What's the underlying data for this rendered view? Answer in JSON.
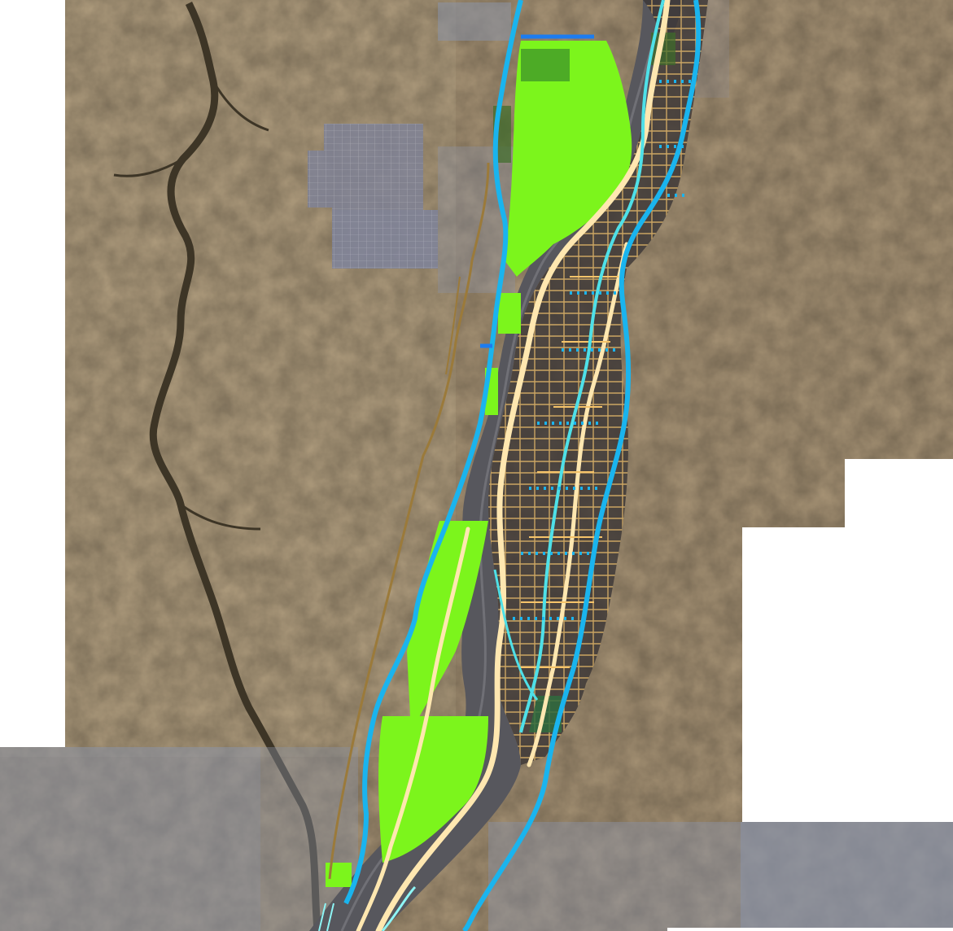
{
  "map": {
    "kind": "aerial-imagery-overlay",
    "text_labels": [],
    "colors": {
      "desert_terrain": "#a89476",
      "desert_light": "#bba88a",
      "desert_dark": "#8e7c62",
      "arroyo_dark": "#3d3526",
      "river_channel": "#57575d",
      "tile_blue_gray": "#8a93a8",
      "solar_field": "#7f8296",
      "parcel_green": "#7cf51c",
      "irrigation_blue": "#1ab4ee",
      "irrigation_cyan": "#4ee0e8",
      "road_orange": "#f6c46a",
      "road_cream": "#ffe7b0",
      "canal_brown": "#9b7a3a",
      "blank_area": "#ffffff"
    },
    "layers": [
      "satellite-basemap",
      "imagery-tiles",
      "solar-array",
      "river-channel",
      "agricultural-parcels",
      "road-network",
      "irrigation-canals",
      "no-data-areas"
    ]
  }
}
